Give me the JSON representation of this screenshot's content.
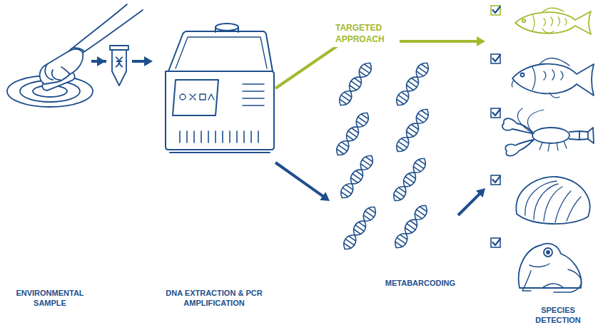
{
  "diagram": {
    "nodes": [
      {
        "text": [
          "ENVIRONMENTAL SAMPLE"
        ]
      },
      {
        "text": [
          "DNA EXTRACTION & PCR AMPLIFICATION"
        ]
      },
      {
        "text": [
          "METABARCODING"
        ]
      },
      {
        "text": [
          "SPECIES DETECTION"
        ]
      }
    ],
    "edges": [
      {
        "from": 0,
        "to": 1,
        "arrow": "to"
      },
      {
        "from": 1,
        "to": 3,
        "arrow": "to",
        "label": "TARGETED APPROACH"
      },
      {
        "from": 1,
        "to": 2,
        "arrow": "to"
      },
      {
        "from": 2,
        "to": 3,
        "arrow": "to"
      }
    ]
  }
}
